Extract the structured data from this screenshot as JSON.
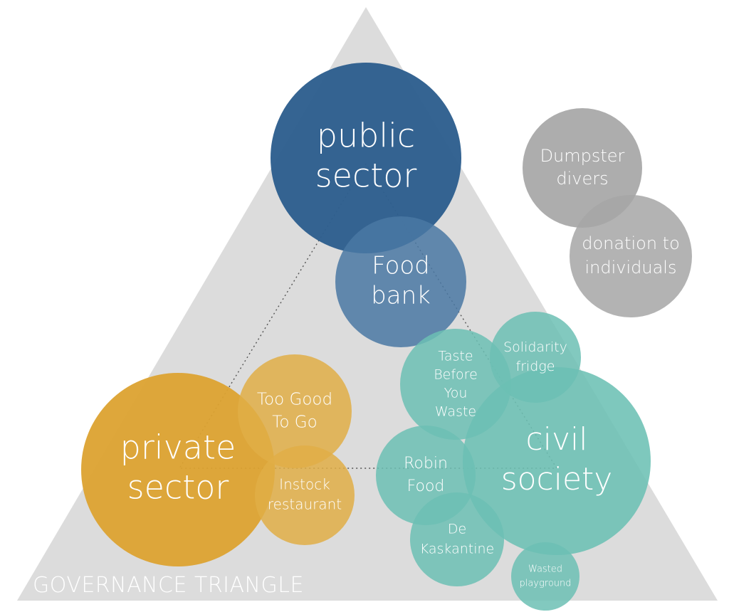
{
  "title": "GOVERNANCE TRIANGLE",
  "colors": {
    "triangle": "#dcdcdc",
    "public": "#2e5f8e",
    "public_light": "#4a78a3",
    "private": "#dca230",
    "private_light": "#e0ae47",
    "civil": "#6cc0b4",
    "other": "#a6a6a6"
  },
  "nodes": [
    {
      "id": "public-sector",
      "group": "public",
      "lines": [
        "public",
        "sector"
      ]
    },
    {
      "id": "food-bank",
      "group": "public_light",
      "lines": [
        "Food",
        "bank"
      ]
    },
    {
      "id": "private-sector",
      "group": "private",
      "lines": [
        "private",
        "sector"
      ]
    },
    {
      "id": "too-good-to-go",
      "group": "private_light",
      "lines": [
        "Too Good",
        "To Go"
      ]
    },
    {
      "id": "instock-restaurant",
      "group": "private_light",
      "lines": [
        "Instock",
        "restaurant"
      ]
    },
    {
      "id": "civil-society",
      "group": "civil",
      "lines": [
        "civil",
        "society"
      ]
    },
    {
      "id": "taste-before-you-waste",
      "group": "civil",
      "lines": [
        "Taste",
        "Before",
        "You",
        "Waste"
      ]
    },
    {
      "id": "solidarity-fridge",
      "group": "civil",
      "lines": [
        "Solidarity",
        "fridge"
      ]
    },
    {
      "id": "robin-food",
      "group": "civil",
      "lines": [
        "Robin",
        "Food"
      ]
    },
    {
      "id": "de-kaskantine",
      "group": "civil",
      "lines": [
        "De",
        "Kaskantine"
      ]
    },
    {
      "id": "wasted-playground",
      "group": "civil",
      "lines": [
        "Wasted",
        "playground"
      ]
    },
    {
      "id": "dumpster-divers",
      "group": "other",
      "lines": [
        "Dumpster",
        "divers"
      ]
    },
    {
      "id": "donation-to-individuals",
      "group": "other",
      "lines": [
        "donation to",
        "individuals"
      ]
    }
  ]
}
